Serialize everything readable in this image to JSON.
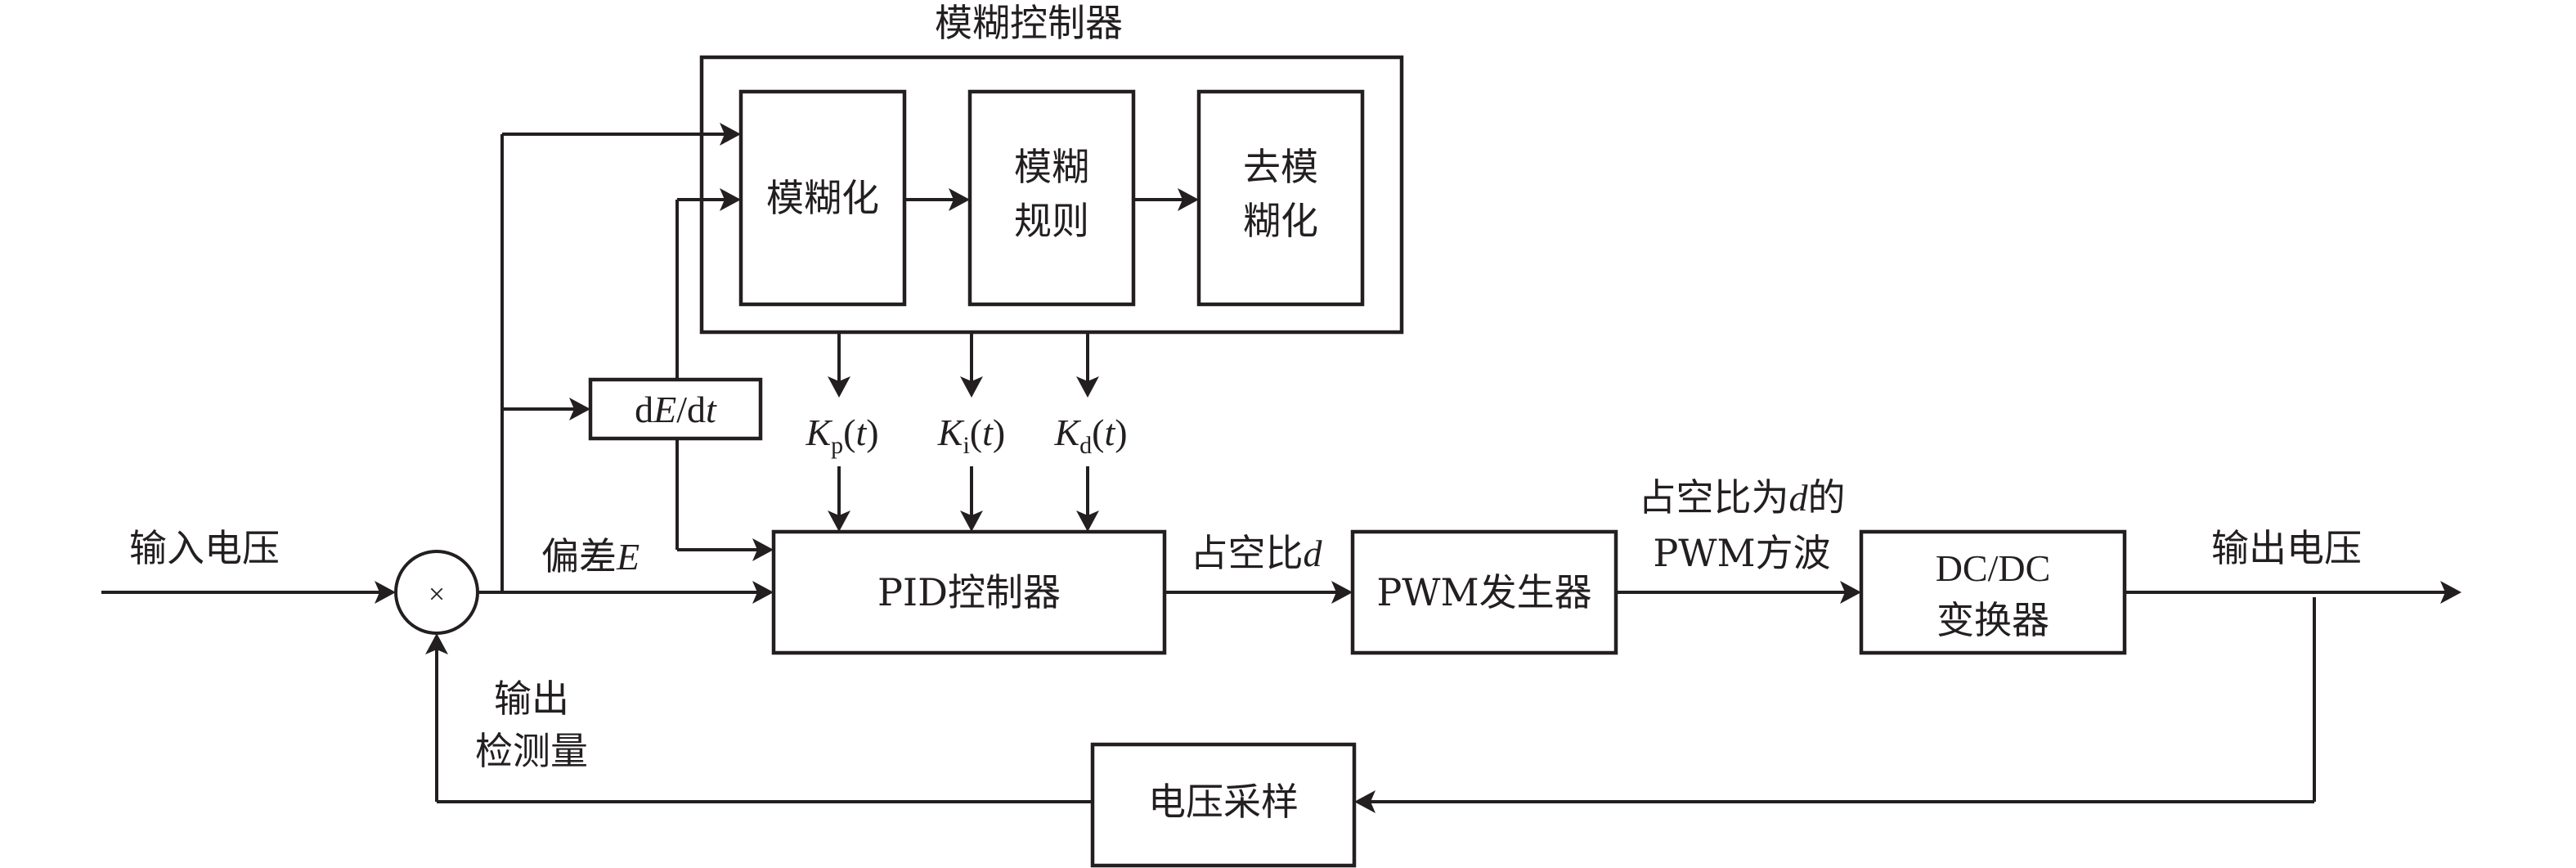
{
  "diagram": {
    "title": "模糊控制器",
    "fuzzy_blocks": [
      {
        "lines": [
          "模糊化"
        ]
      },
      {
        "lines": [
          "模糊",
          "规则"
        ]
      },
      {
        "lines": [
          "去模",
          "糊化"
        ]
      }
    ],
    "derivative_block": {
      "prefix": "d",
      "var": "E",
      "mid": "/d",
      "var2": "t"
    },
    "gains": [
      {
        "symbol": "K",
        "sub": "p",
        "arg": "t"
      },
      {
        "symbol": "K",
        "sub": "i",
        "arg": "t"
      },
      {
        "symbol": "K",
        "sub": "d",
        "arg": "t"
      }
    ],
    "summing_junction": {
      "symbol": "×"
    },
    "labels": {
      "input_voltage": "输入电压",
      "error": {
        "text": "偏差",
        "var": "E"
      },
      "duty_ratio": {
        "text": "占空比",
        "var": "d"
      },
      "pwm_wave_line1": {
        "text": "占空比为",
        "var": "d",
        "suffix": "的"
      },
      "pwm_wave_line2": "PWM方波",
      "output_voltage": "输出电压",
      "feedback_line1": "输出",
      "feedback_line2": "检测量"
    },
    "blocks": {
      "pid": "PID控制器",
      "pwm": "PWM发生器",
      "dcdc_line1": "DC/DC",
      "dcdc_line2": "变换器",
      "sampler": "电压采样"
    },
    "colors": {
      "stroke": "#231f20",
      "background": "#ffffff"
    }
  }
}
